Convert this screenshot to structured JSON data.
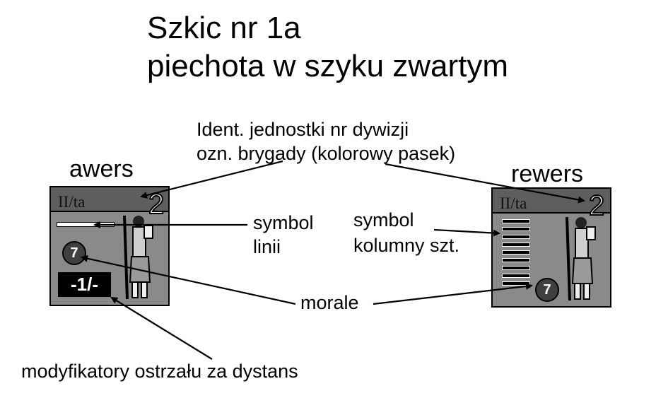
{
  "title": {
    "line1": "Szkic nr 1a",
    "line2": "piechota w szyku zwartym"
  },
  "labels": {
    "ident_line1": "Ident.  jednostki nr dywizji",
    "ident_line2": "ozn. brygady (kolorowy pasek)",
    "awers": "awers",
    "rewers": "rewers",
    "symbol_linii_1": "symbol",
    "symbol_linii_2": "linii",
    "symbol_kolumny_1": "symbol",
    "symbol_kolumny_2": "kolumny szt.",
    "morale": "morale",
    "modyfikatory": "modyfikatory ostrzału za dystans"
  },
  "counter_front": {
    "unit_id": "II/ta",
    "division": "2",
    "morale": "7",
    "fire_modifier": "-1/-"
  },
  "counter_back": {
    "unit_id": "II/ta",
    "division": "2",
    "morale": "7"
  },
  "colors": {
    "counter_bg": "#8a8a8a",
    "brigade_bar": "#5e5e5e"
  }
}
